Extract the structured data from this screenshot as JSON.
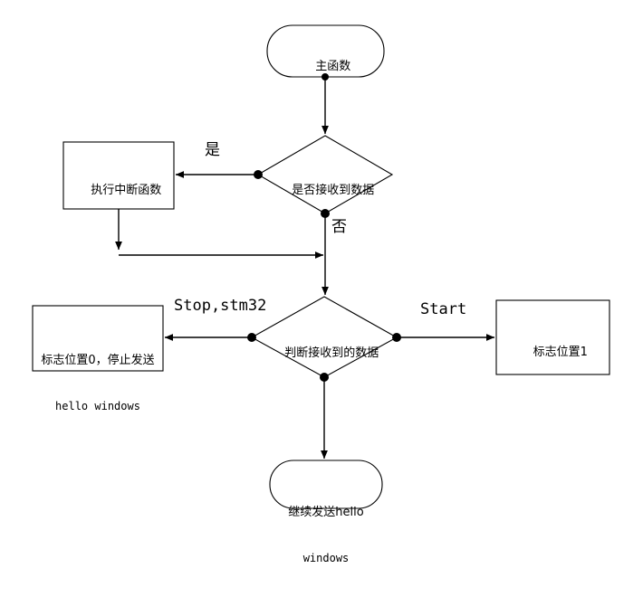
{
  "diagram": {
    "title": "STM32 serial data flowchart",
    "background_color": "#ffffff",
    "stroke_color": "#000000",
    "text_color": "#000000"
  },
  "nodes": [
    {
      "id": "main-function",
      "shape": "rounded-rectangle",
      "label": "主函数",
      "label_line2": ""
    },
    {
      "id": "interrupt-handler",
      "shape": "rectangle",
      "label": "执行中断函数",
      "label_line2": ""
    },
    {
      "id": "received-data-decision",
      "shape": "diamond",
      "label": "是否接收到数据",
      "label_line2": ""
    },
    {
      "id": "judge-received-data-decision",
      "shape": "diamond",
      "label": "判断接收到的数据",
      "label_line2": ""
    },
    {
      "id": "flag-zero-stop-send",
      "shape": "rectangle",
      "label": "标志位置0，停止发送",
      "label_line2": "hello windows"
    },
    {
      "id": "flag-one",
      "shape": "rectangle",
      "label": "标志位置1",
      "label_line2": ""
    },
    {
      "id": "continue-send",
      "shape": "rounded-rectangle",
      "label": "继续发送hello",
      "label_line2": "windows"
    }
  ],
  "edge_labels": {
    "yes": "是",
    "no": "否",
    "stop_stm32": "Stop,stm32",
    "start": "Start"
  }
}
